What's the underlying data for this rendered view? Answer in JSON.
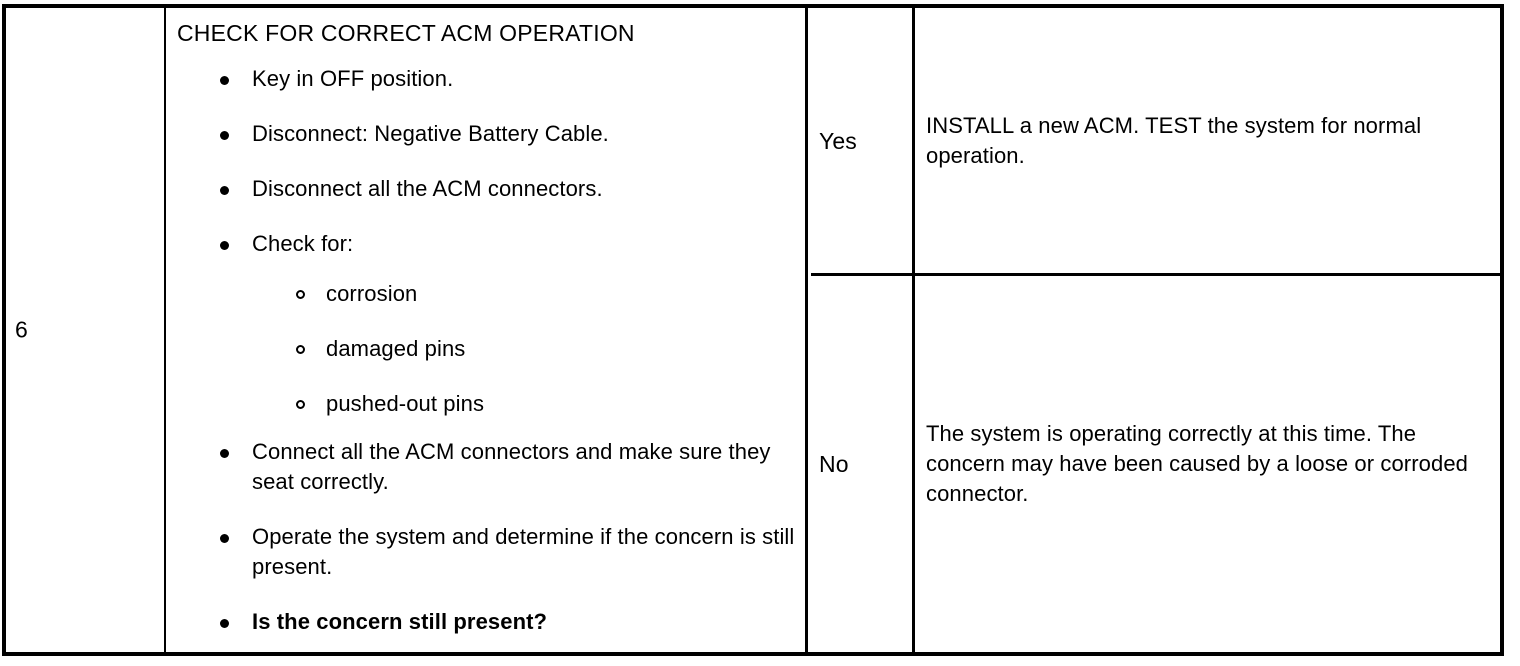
{
  "table": {
    "step_number": "6",
    "action": {
      "title": "CHECK FOR CORRECT ACM OPERATION",
      "bullets": [
        {
          "text": "Key in OFF position.",
          "bold": false
        },
        {
          "text": "Disconnect: Negative Battery Cable.",
          "bold": false
        },
        {
          "text": "Disconnect all the ACM connectors.",
          "bold": false
        },
        {
          "text": "Check for:",
          "bold": false
        },
        {
          "text": "Connect all the ACM connectors and make sure they seat correctly.",
          "bold": false
        },
        {
          "text": "Operate the system and determine if the concern is still present.",
          "bold": false
        },
        {
          "text": "Is the concern still present?",
          "bold": true
        }
      ],
      "sub_bullets": [
        {
          "text": "corrosion"
        },
        {
          "text": "damaged pins"
        },
        {
          "text": "pushed-out pins"
        }
      ]
    },
    "branches": [
      {
        "result": "Yes",
        "outcome": "INSTALL a new ACM. TEST the system for normal operation."
      },
      {
        "result": "No",
        "outcome": "The system is operating correctly at this time. The concern may have been caused by a loose or corroded connector."
      }
    ]
  },
  "colors": {
    "rule": "#000000",
    "text": "#000000",
    "background": "#ffffff"
  }
}
